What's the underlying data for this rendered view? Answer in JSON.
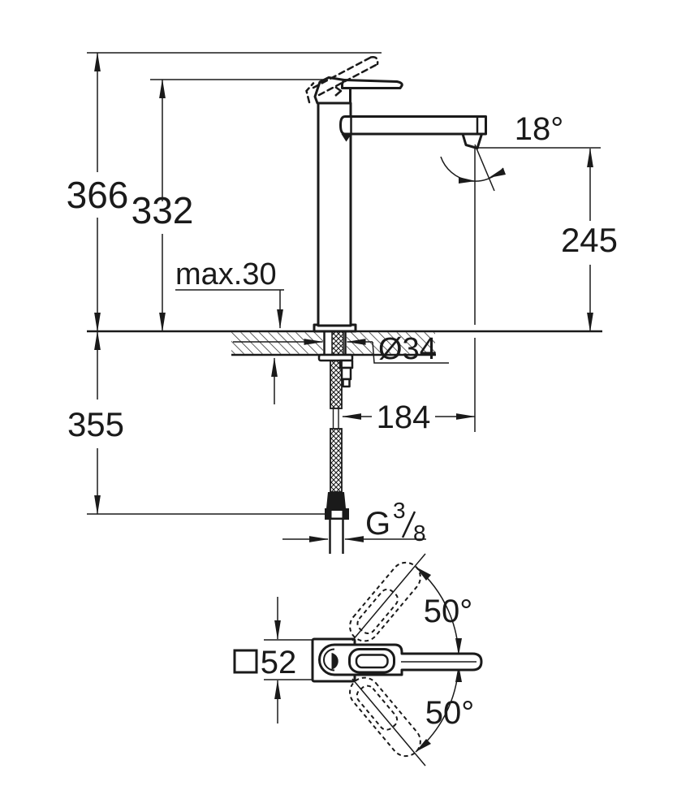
{
  "drawing": {
    "type": "technical-dimension-drawing",
    "subject": "single-lever basin mixer tap, side elevation with mounting section and plan view of handle swivel range",
    "colors": {
      "line": "#1a1a1a",
      "background": "#ffffff"
    },
    "side_view": {
      "total_height": "366",
      "body_height": "332",
      "deck_thickness_max": "max.30",
      "spout_angle": "18°",
      "outlet_height": "245",
      "hole_diameter": "Ø34",
      "spout_reach": "184",
      "hose_length": "355",
      "thread_g": "G",
      "thread_numerator": "3",
      "thread_denominator": "8"
    },
    "top_view": {
      "body_square": "52",
      "swing_upper": "50°",
      "swing_lower": "50°"
    }
  }
}
